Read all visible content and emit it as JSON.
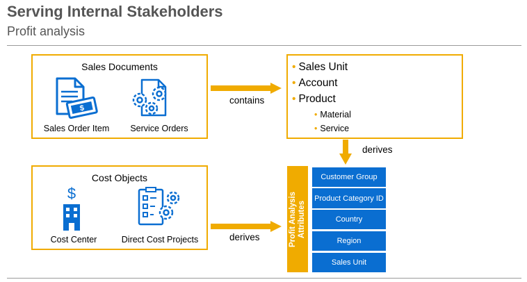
{
  "header": {
    "title": "Serving Internal Stakeholders",
    "subtitle": "Profit analysis"
  },
  "sales_documents": {
    "heading": "Sales Documents",
    "items": [
      {
        "label": "Sales Order Item",
        "icon": "invoice-document-icon"
      },
      {
        "label": "Service Orders",
        "icon": "gears-document-icon"
      }
    ]
  },
  "cost_objects": {
    "heading": "Cost Objects",
    "items": [
      {
        "label": "Cost Center",
        "icon": "building-dollar-icon"
      },
      {
        "label": "Direct Cost Projects",
        "icon": "project-checklist-gears-icon"
      }
    ]
  },
  "contents_box": {
    "items": [
      {
        "label": "Sales Unit"
      },
      {
        "label": "Account"
      },
      {
        "label": "Product",
        "children": [
          "Material",
          "Service"
        ]
      }
    ]
  },
  "arrows": {
    "contains": "contains",
    "derives_down": "derives",
    "derives_right": "derives"
  },
  "attributes_panel": {
    "label_line1": "Profit Analysis",
    "label_line2": "Attributes",
    "items": [
      "Customer Group",
      "Product Category ID",
      "Country",
      "Region",
      "Sales Unit"
    ]
  },
  "colors": {
    "accent": "#f0ab00",
    "attribute_blue": "#0a6ed1",
    "heading_gray": "#555555"
  }
}
